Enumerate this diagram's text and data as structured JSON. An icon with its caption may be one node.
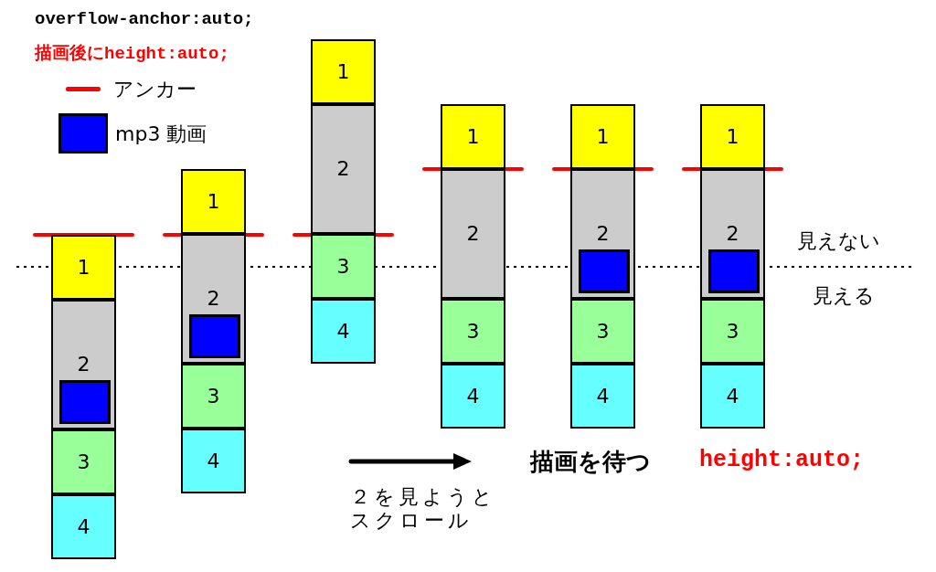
{
  "diagram": {
    "nodes": [
      {
        "text": [
          "1"
        ]
      },
      {
        "text": [
          "2"
        ]
      },
      {
        "text": [],
        "shape": "box",
        "in": 1
      },
      {
        "text": [
          "3"
        ]
      },
      {
        "text": [
          "4"
        ]
      },
      {
        "text": [
          "1"
        ]
      },
      {
        "text": [
          "2"
        ]
      },
      {
        "text": [],
        "shape": "box",
        "in": 6
      },
      {
        "text": [
          "3"
        ]
      },
      {
        "text": [
          "4"
        ]
      },
      {
        "text": [
          "1"
        ]
      },
      {
        "text": [
          "2"
        ]
      },
      {
        "text": [
          "3"
        ]
      },
      {
        "text": [
          "4"
        ]
      },
      {
        "text": [
          "1"
        ]
      },
      {
        "text": [
          "2"
        ]
      },
      {
        "text": [
          "3"
        ]
      },
      {
        "text": [
          "4"
        ]
      },
      {
        "text": [
          "1"
        ]
      },
      {
        "text": [
          "2"
        ]
      },
      {
        "text": [],
        "shape": "box",
        "in": 19
      },
      {
        "text": [
          "3"
        ]
      },
      {
        "text": [
          "4"
        ]
      },
      {
        "text": [
          "1"
        ]
      },
      {
        "text": [
          "2"
        ]
      },
      {
        "text": [],
        "shape": "box",
        "in": 24
      },
      {
        "text": [
          "3"
        ]
      },
      {
        "text": [
          "4"
        ]
      }
    ],
    "edges": [],
    "labels": [
      "overflow-anchor:auto;",
      "描画後にheight:auto;",
      "見えない",
      "見える",
      "描画を待つ",
      "height:auto;",
      "２を見ようとスクロール"
    ],
    "legend": [
      {
        "text": "アンカー"
      },
      {
        "text": "mp3 動画",
        "color": "#0000ff"
      }
    ]
  }
}
